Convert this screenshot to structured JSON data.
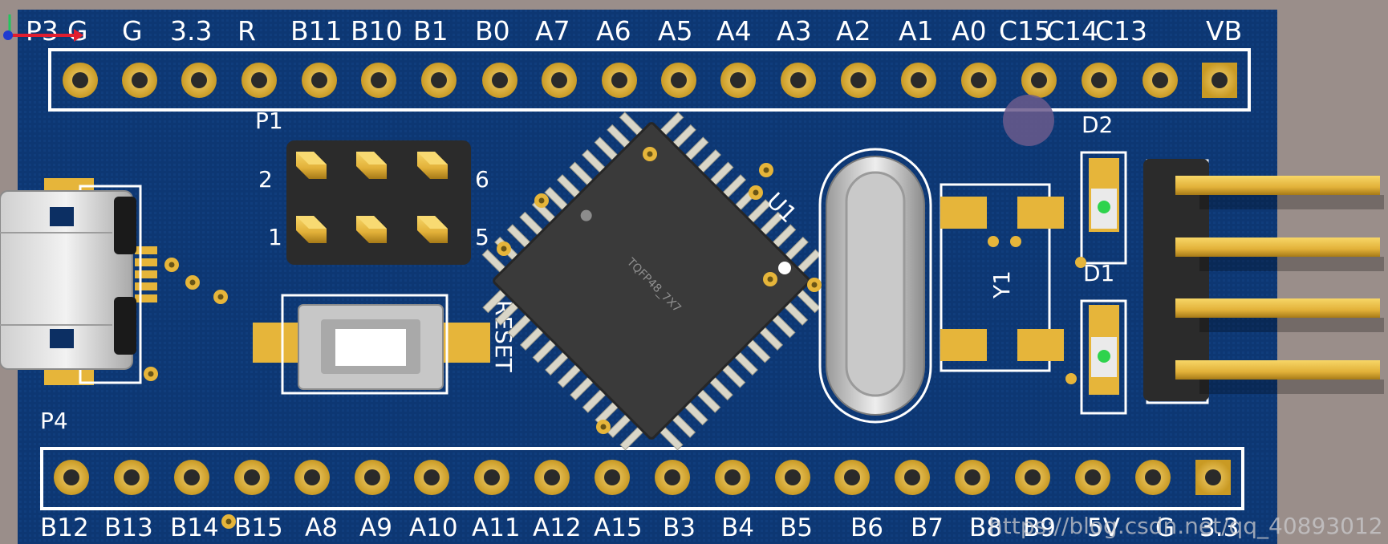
{
  "board": {
    "top_header": {
      "labels": [
        "P3",
        "G",
        "G",
        "3.3",
        "R",
        "B11",
        "B10",
        "B1",
        "B0",
        "A7",
        "A6",
        "A5",
        "A4",
        "A3",
        "A2",
        "A1",
        "A0",
        "C15",
        "C14",
        "C13",
        "VB"
      ]
    },
    "bottom_header": {
      "labels": [
        "B12",
        "B13",
        "B14",
        "B15",
        "A8",
        "A9",
        "A10",
        "A11",
        "A12",
        "A15",
        "B3",
        "B4",
        "B5",
        "B6",
        "B7",
        "B8",
        "B9",
        "5V",
        "G",
        "3.3"
      ]
    },
    "designators": {
      "p1": "P1",
      "p4": "P4",
      "u1": "U1",
      "y1": "Y1",
      "d1": "D1",
      "d2": "D2",
      "reset": "RESET"
    },
    "p1_pin_numbers": {
      "top_left": "2",
      "bottom_left": "1",
      "top_right": "6",
      "bottom_right": "5"
    },
    "chip_marking": "TQFP48_7X7",
    "watermark": "https://blog.csdn.net/qq_40893012",
    "colors": {
      "pcb": "#0c3670",
      "silkscreen": "#ffffff",
      "copper": "#e6b53a",
      "chip": "#3a3a3a",
      "header_plastic": "#2b2b2b"
    }
  }
}
